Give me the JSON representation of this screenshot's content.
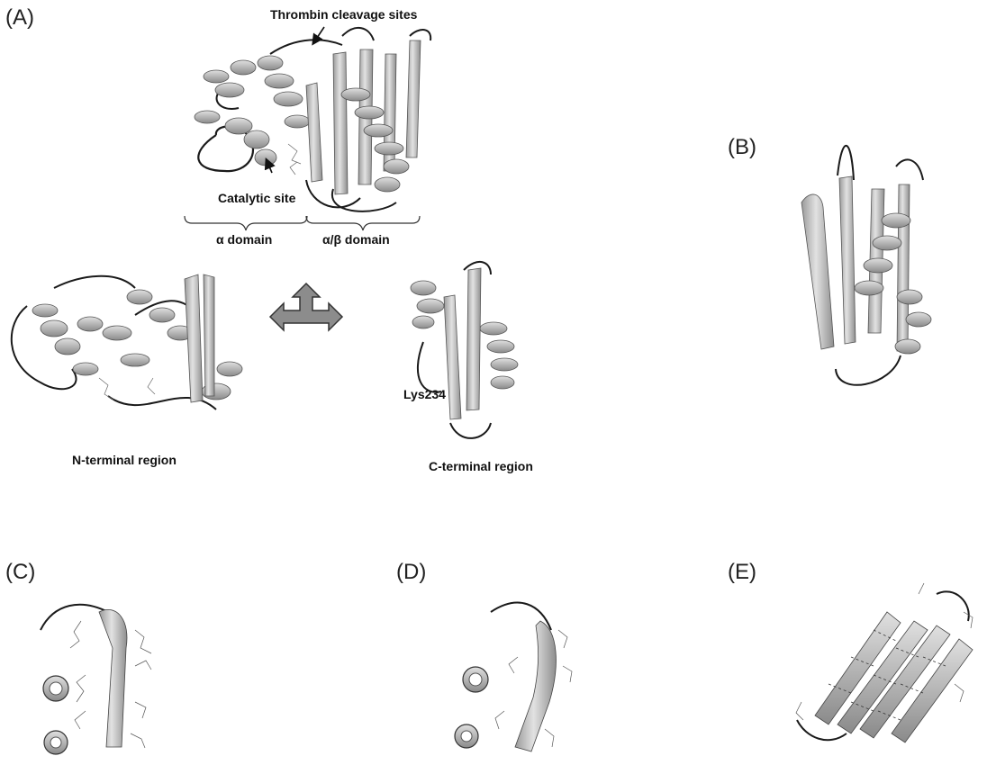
{
  "panels": {
    "A": "(A)",
    "B": "(B)",
    "C": "(C)",
    "D": "(D)",
    "E": "(E)"
  },
  "annotations": {
    "thrombin": "Thrombin cleavage sites",
    "catalytic": "Catalytic site",
    "alpha_domain": "α domain",
    "alpha_beta_domain": "α/β domain",
    "n_terminal": "N-terminal region",
    "c_terminal": "C-terminal region",
    "lys": "Lys234"
  },
  "colors": {
    "ribbon": "#c9c9c9",
    "ribbon_dark": "#8a8a8a",
    "coil": "#1a1a1a",
    "arrow_fill": "#8c8c8c"
  }
}
